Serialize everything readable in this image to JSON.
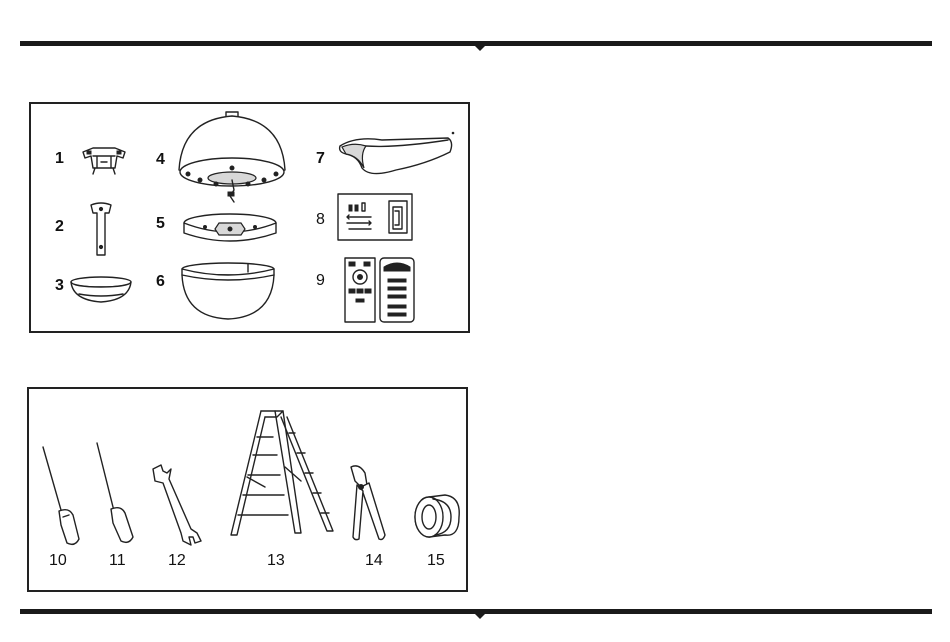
{
  "parts": {
    "labels": [
      "1",
      "2",
      "3",
      "4",
      "5",
      "6",
      "7",
      "8",
      "9"
    ]
  },
  "tools": {
    "labels": [
      "10",
      "11",
      "12",
      "13",
      "14",
      "15"
    ]
  }
}
